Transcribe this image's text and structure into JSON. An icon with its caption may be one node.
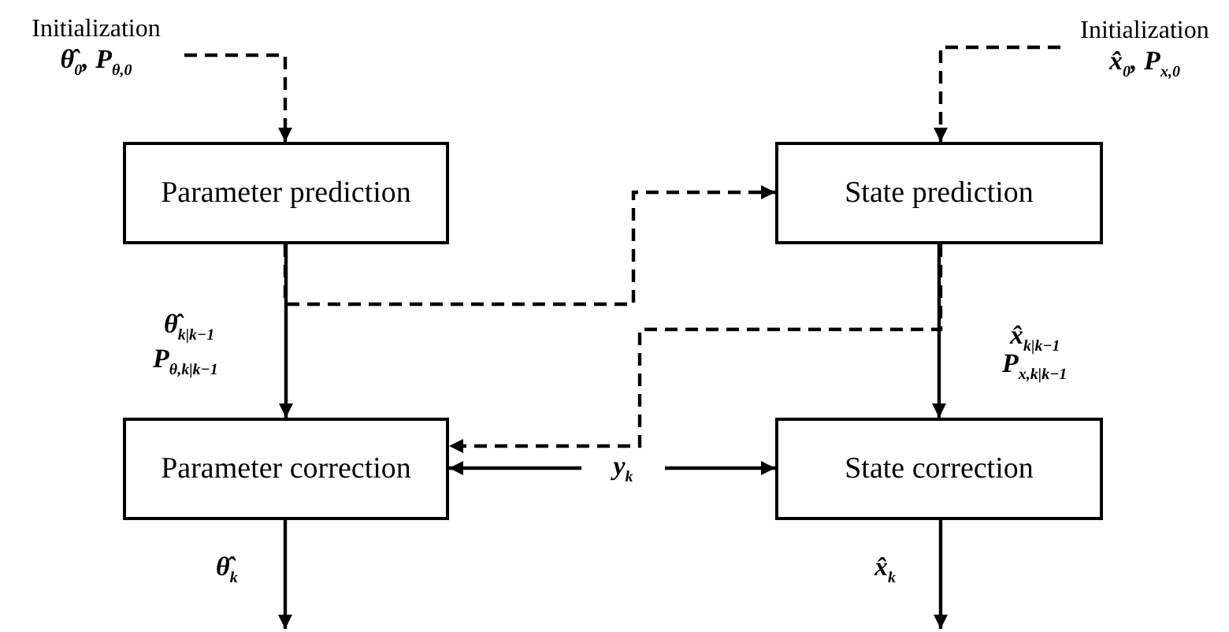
{
  "diagram": {
    "nodes": [
      {
        "text": [
          "Initialization",
          "θ̂$_{0}$, P$_{θ,0}$"
        ]
      },
      {
        "text": [
          "Parameter prediction"
        ]
      },
      {
        "text": [
          "Initialization",
          "x̂$_{0}$, P$_{x,0}$"
        ]
      },
      {
        "text": [
          "State prediction"
        ]
      },
      {
        "text": [
          "Parameter correction"
        ]
      },
      {
        "text": [
          "y$_{k}$"
        ]
      },
      {
        "text": [
          "State correction"
        ]
      }
    ],
    "edges": [
      {
        "from": 0,
        "to": 1,
        "arrow": "to",
        "style": "dashed"
      },
      {
        "from": 1,
        "to": 4,
        "arrow": "to"
      },
      {
        "from": 1,
        "to": 3,
        "arrow": "to",
        "style": "dashed"
      },
      {
        "from": 3,
        "to": 6,
        "arrow": "to"
      },
      {
        "from": 3,
        "to": 4,
        "arrow": "to",
        "style": "dashed"
      },
      {
        "from": 5,
        "to": 4,
        "arrow": "to"
      },
      {
        "from": 5,
        "to": 6,
        "arrow": "to"
      },
      {
        "from": 2,
        "to": 3,
        "arrow": "to",
        "style": "dashed"
      },
      {
        "from": 4,
        "to": null,
        "arrow": "to"
      },
      {
        "from": 6,
        "to": null,
        "arrow": "to"
      }
    ],
    "labels": [
      "θ̂$_{k|k−1}$",
      "P$_{θ,k|k−1}$",
      "x̂$_{k|k−1}$",
      "P$_{x,k|k−1}$",
      "θ̂$_{k}$",
      "x̂$_{k}$"
    ]
  }
}
